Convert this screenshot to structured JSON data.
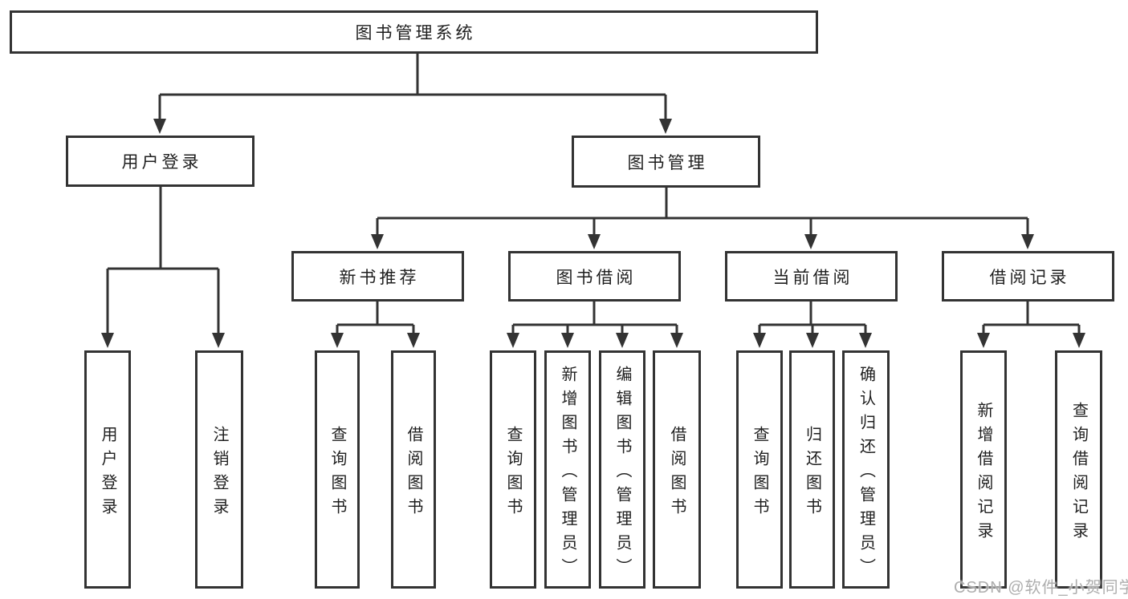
{
  "diagram": {
    "title_node": "图书管理系统",
    "nodes": {
      "root": "图书管理系统",
      "l2": [
        "用户登录",
        "图书管理"
      ],
      "l3": [
        "新书推荐",
        "图书借阅",
        "当前借阅",
        "借阅记录"
      ],
      "leaves": {
        "user": [
          "用户登录",
          "注销登录"
        ],
        "recommend": [
          "查询图书",
          "借阅图书"
        ],
        "borrow": [
          "查询图书",
          "新增图书（管理员）",
          "编辑图书（管理员）",
          "借阅图书"
        ],
        "current": [
          "查询图书",
          "归还图书",
          "确认归还（管理员）"
        ],
        "records": [
          "新增借阅记录",
          "查询借阅记录"
        ]
      }
    },
    "colors": {
      "line": "#333333",
      "box_border": "#333333",
      "text": "#1f1f1f",
      "background": "#ffffff",
      "watermark": "#a5a5a5"
    }
  },
  "watermark": {
    "text": "CSDN @软件_小贺同学"
  }
}
